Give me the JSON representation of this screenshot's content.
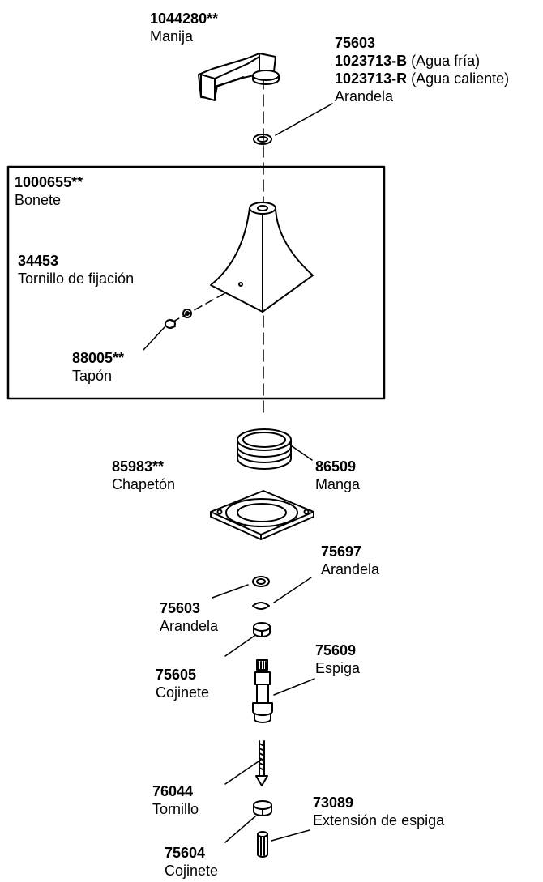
{
  "parts": {
    "handle": {
      "number": "1044280**",
      "name": "Manija"
    },
    "washer_top": {
      "number": "75603",
      "variant_b_number": "1023713-B",
      "variant_b_note": "(Agua fría)",
      "variant_r_number": "1023713-R",
      "variant_r_note": "(Agua caliente)",
      "name": "Arandela"
    },
    "bonnet": {
      "number": "1000655**",
      "name": "Bonete"
    },
    "set_screw": {
      "number": "34453",
      "name": "Tornillo de fijación"
    },
    "plug": {
      "number": "88005**",
      "name": "Tapón"
    },
    "sleeve": {
      "number": "86509",
      "name": "Manga"
    },
    "escutcheon": {
      "number": "85983**",
      "name": "Chapetón"
    },
    "washer_75697": {
      "number": "75697",
      "name": "Arandela"
    },
    "washer_75603": {
      "number": "75603",
      "name": "Arandela"
    },
    "stem": {
      "number": "75609",
      "name": "Espiga"
    },
    "bearing_75605": {
      "number": "75605",
      "name": "Cojinete"
    },
    "screw": {
      "number": "76044",
      "name": "Tornillo"
    },
    "stem_ext": {
      "number": "73089",
      "name": "Extensión de espiga"
    },
    "bearing_75604": {
      "number": "75604",
      "name": "Cojinete"
    }
  }
}
